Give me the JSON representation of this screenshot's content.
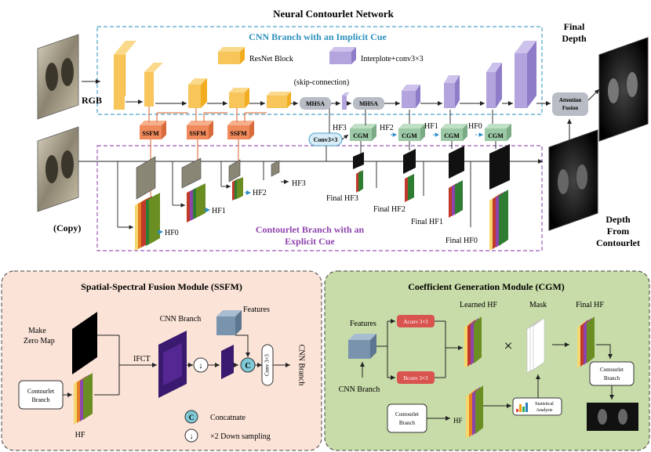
{
  "title": "Neural Contourlet Network",
  "cnn_branch_title": "CNN Branch with an Implicit Cue",
  "contourlet_branch_title_line1": "Contourlet Branch with an",
  "contourlet_branch_title_line2": "Explicit Cue",
  "legend": {
    "resnet_block": "ResNet Block",
    "interp": "Interplote+conv3×3"
  },
  "labels": {
    "rgb": "RGB",
    "copy": "(Copy)",
    "skip": "(skip-connection)",
    "mhsa": "MHSA",
    "ssfm": "SSFM",
    "cgm": "CGM",
    "conv3x3": "Conv3×3",
    "attention_fusion_1": "Attention",
    "attention_fusion_2": "Fusion",
    "final_depth_1": "Final",
    "final_depth_2": "Depth",
    "depth_from_1": "Depth",
    "depth_from_2": "From",
    "depth_from_3": "Contourlet",
    "hf0": "HF0",
    "hf1": "HF1",
    "hf2": "HF2",
    "hf3": "HF3",
    "final_hf3": "Final HF3",
    "final_hf2": "Final HF2",
    "final_hf1": "Final HF1",
    "final_hf0": "Final HF0"
  },
  "ssfm_panel": {
    "title": "Spatial-Spectral Fusion Module (SSFM)",
    "make_zero_1": "Make",
    "make_zero_2": "Zero Map",
    "contourlet_1": "Contourlet",
    "contourlet_2": "Branch",
    "hf": "HF",
    "cnn_branch": "CNN Branch",
    "features": "Features",
    "ifct": "IFCT",
    "conv": "Conv 3×3",
    "cnn_branch_out": "CNN Branch",
    "concat_symbol": "C",
    "concat_label": "Concatnate",
    "down_symbol": "↓",
    "down_label": "×2 Down sampling"
  },
  "cgm_panel": {
    "title": "Coefficient Generation Module (CGM)",
    "features": "Features",
    "cnn_branch": "CNN Branch",
    "aconv": "Aconv 3×3",
    "bconv": "Bconv 3×3",
    "learned_hf": "Learned HF",
    "mask": "Mask",
    "final_hf": "Final HF",
    "times": "×",
    "contourlet_1": "Contourlet",
    "contourlet_2": "Branch",
    "hf": "HF",
    "stat_1": "Statistical",
    "stat_2": "Analysis",
    "contourlet_branch_1": "Contourlet",
    "contourlet_branch_2": "Branch"
  },
  "colors": {
    "resnet": "#f5b93a",
    "interp": "#a998d6",
    "ssfm": "#f08a5d",
    "cgm": "#9cc9a5",
    "mhsa": "#b8bcc4",
    "cnn_box": "#4aa3c9",
    "contour_box": "#9b59b6",
    "ssfm_panel": "#fbe3d7",
    "cgm_panel": "#c7dca8"
  }
}
